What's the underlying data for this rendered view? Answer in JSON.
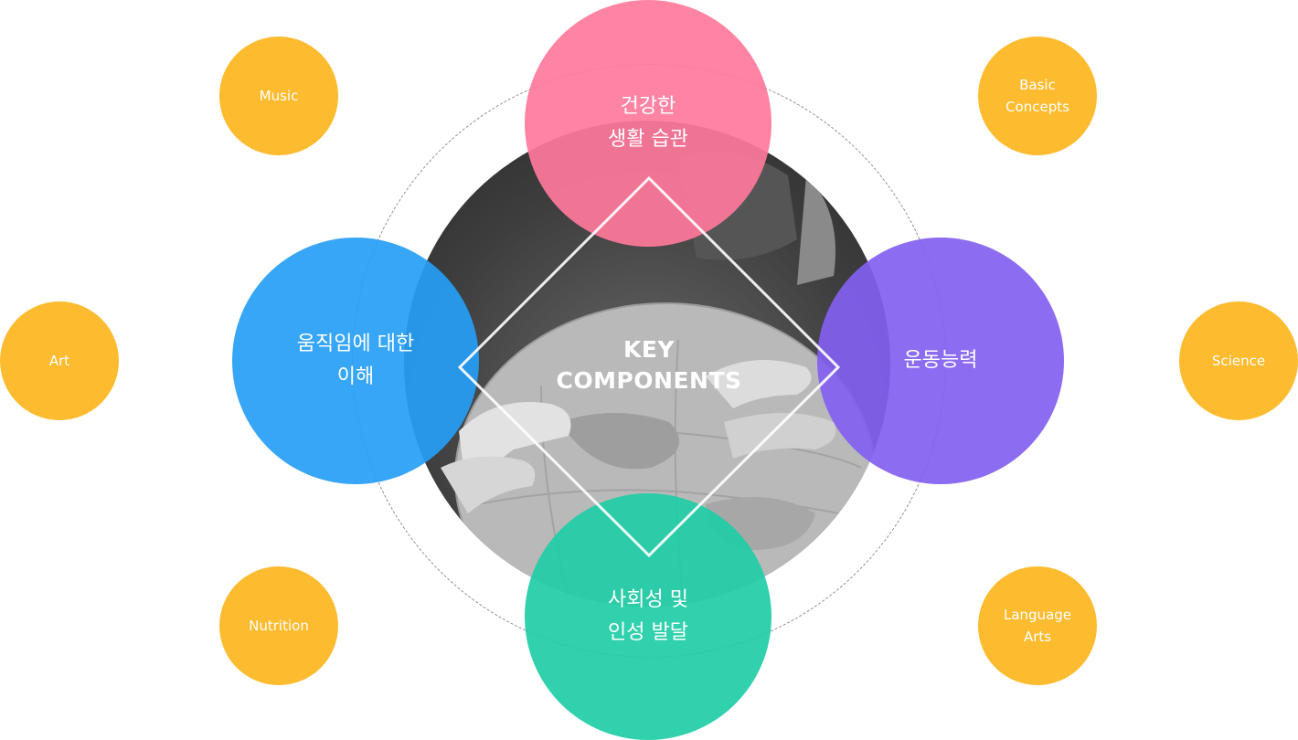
{
  "center_title": "KEY\nCOMPONENTS",
  "components": {
    "top": "건강한\n생활 습관",
    "left": "움직임에 대한\n이해",
    "right": "운동능력",
    "bottom": "사회성 및\n인성 발달"
  },
  "subjects": {
    "music": "Music",
    "basic_concepts": "Basic\nConcepts",
    "art": "Art",
    "science": "Science",
    "nutrition": "Nutrition",
    "language_arts": "Language\nArts"
  },
  "colors": {
    "top": "#ff7a9c",
    "left": "#269ef5",
    "right": "#8260f0",
    "bottom": "#1ecda5",
    "subject": "#fdbb2f"
  }
}
